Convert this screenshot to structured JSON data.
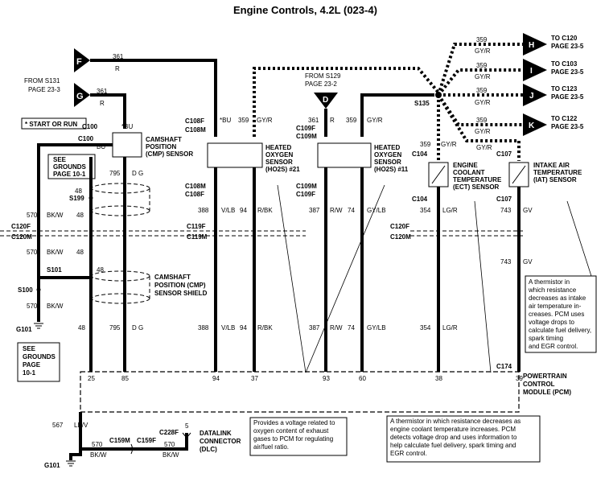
{
  "title": "Engine Controls, 4.2L (023-4)",
  "start_or_run_note": "* START OR RUN",
  "star_bu": "*BU",
  "connectors": {
    "F": "F",
    "G": "G",
    "D": "D",
    "H": "H",
    "I": "I",
    "J": "J",
    "K": "K"
  },
  "from_s131": [
    "FROM S131",
    "PAGE 23-3"
  ],
  "from_s129": [
    "FROM S129",
    "PAGE 23-2"
  ],
  "to_c120": [
    "TO C120",
    "PAGE 23-5"
  ],
  "to_c103": [
    "TO C103",
    "PAGE 23-5"
  ],
  "to_c123": [
    "TO C123",
    "PAGE 23-5"
  ],
  "to_c122": [
    "TO C122",
    "PAGE 23-5"
  ],
  "see_grounds_1": [
    "SEE",
    "GROUNDS",
    "PAGE 10-1"
  ],
  "see_grounds_2": [
    "SEE",
    "GROUNDS",
    "PAGE",
    "10-1"
  ],
  "components": {
    "cmp_sensor": [
      "CAMSHAFT",
      "POSITION",
      "(CMP) SENSOR"
    ],
    "cmp_shield": [
      "CAMSHAFT",
      "POSITION (CMP)",
      "SENSOR SHIELD"
    ],
    "ho2s_21": [
      "HEATED",
      "OXYGEN",
      "SENSOR",
      "(HO2S) #21"
    ],
    "ho2s_11": [
      "HEATED",
      "OXYGEN",
      "SENSOR",
      "(HO2S) #11"
    ],
    "ect": [
      "ENGINE",
      "COOLANT",
      "TEMPERATURE",
      "(ECT) SENSOR"
    ],
    "iat": [
      "INTAKE AIR",
      "TEMPERATURE",
      "(IAT) SENSOR"
    ],
    "pcm": [
      "POWERTRAIN",
      "CONTROL",
      "MODULE (PCM)"
    ],
    "dlc": [
      "DATALINK",
      "CONNECTOR",
      "(DLC)"
    ]
  },
  "connector_ids": {
    "c100": "C100",
    "c108f": "C108F",
    "c108m": "C108M",
    "c109f": "C109F",
    "c109m": "C109M",
    "c104": "C104",
    "c107": "C107",
    "c120f": "C120F",
    "c120m": "C120M",
    "c119f": "C119F",
    "c119m": "C119M",
    "c174": "C174",
    "c159m": "C159M",
    "c159f": "C159F",
    "c228f": "C228F"
  },
  "splices": {
    "s199": "S199",
    "s101": "S101",
    "s100": "S100",
    "s135": "S135"
  },
  "grounds": {
    "g101a": "G101",
    "g101b": "G101"
  },
  "circuits": {
    "c361": "361",
    "c359": "359",
    "c570": "570",
    "c48": "48",
    "c795": "795",
    "c388": "388",
    "c387": "387",
    "c74": "74",
    "c354": "354",
    "c743": "743",
    "c567": "567"
  },
  "colors": {
    "r": "R",
    "gyr": "GY/R",
    "bkw": "BK/W",
    "dg": "D G",
    "vlb": "V/LB",
    "rbk": "R/BK",
    "rw": "R/W",
    "gylb": "GY/LB",
    "lgr": "LG/R",
    "gv": "GV",
    "lbv": "LB/V"
  },
  "pins": {
    "p25": "25",
    "p85": "85",
    "p94": "94",
    "p37": "37",
    "p93": "93",
    "p60": "60",
    "p38": "38",
    "p39": "39",
    "p5": "5"
  },
  "bu": "BU",
  "notes": {
    "iat_note": [
      "A thermistor in",
      "which resistance",
      "decreases as intake",
      "air temperature in-",
      "creases. PCM uses",
      "voltage drops to",
      "calculate fuel delivery,",
      "spark timing",
      "and EGR control."
    ],
    "ho2s_note": [
      "Provides a voltage related to",
      "oxygen content of exhaust",
      "gases to PCM for regulating",
      "air/fuel ratio."
    ],
    "ect_note": [
      "A thermistor in which resistance decreases as",
      "engine coolant temperature increases. PCM",
      "detects voltage drop and uses information to",
      "help calculate fuel delivery, spark timing and",
      "EGR control."
    ]
  }
}
